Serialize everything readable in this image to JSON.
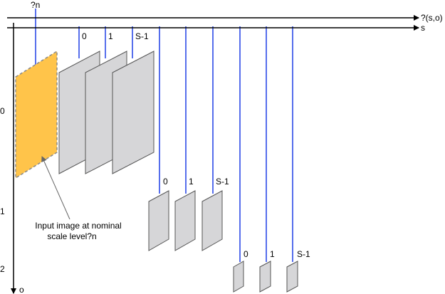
{
  "axes": {
    "top_axis_label": "?(s,o)",
    "s_axis_label": "s",
    "o_axis_label": "o",
    "input_level_label": "?n"
  },
  "octave_labels": [
    "0",
    "1",
    "2"
  ],
  "scale_labels": [
    "0",
    "1",
    "S-1"
  ],
  "annotation": {
    "line1": "Input image at nominal",
    "line2": "scale level?n"
  },
  "colors": {
    "axis": "#000000",
    "blue_line": "#1f3fe6",
    "input_image_fill": "#ffc44a",
    "input_image_stroke": "#8a8a8a",
    "scale_image_fill": "#d6d6d8",
    "scale_image_stroke": "#555555"
  }
}
